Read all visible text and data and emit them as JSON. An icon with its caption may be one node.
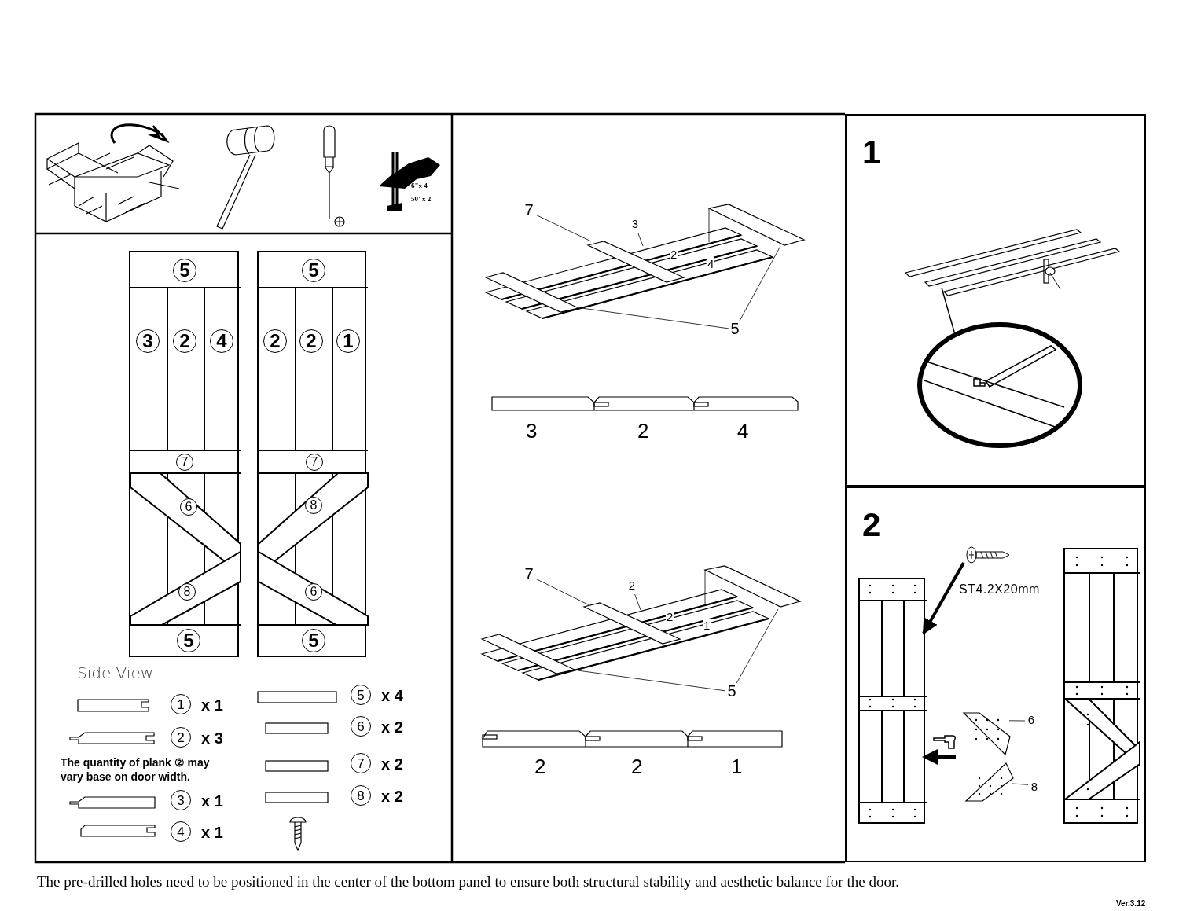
{
  "diagram": {
    "caption": "The pre-drilled holes need to be positioned in the center of the bottom panel to ensure both structural stability and aesthetic balance for the door.",
    "nodes": [
      {
        "text": [],
        "shape": "box"
      },
      {
        "text": [
          "5"
        ],
        "in": 0
      },
      {
        "text": [
          "3"
        ],
        "in": 0
      },
      {
        "text": [
          "2"
        ],
        "in": 0
      },
      {
        "text": [
          "4"
        ],
        "in": 0
      },
      {
        "text": [
          "7"
        ],
        "in": 0
      },
      {
        "text": [
          "6"
        ],
        "in": 0
      },
      {
        "text": [
          "8"
        ],
        "in": 0
      },
      {
        "text": [
          "5"
        ],
        "in": 0
      },
      {
        "text": [],
        "shape": "box"
      },
      {
        "text": [
          "5"
        ],
        "in": 9
      },
      {
        "text": [
          "2"
        ],
        "in": 9
      },
      {
        "text": [
          "2"
        ],
        "in": 9
      },
      {
        "text": [
          "1"
        ],
        "in": 9
      },
      {
        "text": [
          "7"
        ],
        "in": 9
      },
      {
        "text": [
          "8"
        ],
        "in": 9
      },
      {
        "text": [
          "6"
        ],
        "in": 9
      },
      {
        "text": [
          "5"
        ],
        "in": 9
      },
      {
        "text": [
          "1"
        ],
        "beside": [
          "x 1"
        ]
      },
      {
        "text": [
          "2"
        ],
        "beside": [
          "x 3"
        ]
      },
      {
        "text": [
          "3"
        ],
        "beside": [
          "x 1"
        ]
      },
      {
        "text": [
          "4"
        ],
        "beside": [
          "x 1"
        ]
      },
      {
        "text": [
          "5"
        ],
        "beside": [
          "x 4"
        ]
      },
      {
        "text": [
          "6"
        ],
        "beside": [
          "x 2"
        ]
      },
      {
        "text": [
          "7"
        ],
        "beside": [
          "x 2"
        ]
      },
      {
        "text": [
          "8"
        ],
        "beside": [
          "x 2"
        ]
      },
      {
        "text": [
          "7"
        ]
      },
      {
        "text": [
          "3"
        ]
      },
      {
        "text": [
          "5"
        ]
      },
      {
        "text": [
          "7"
        ]
      },
      {
        "text": [
          "2"
        ]
      },
      {
        "text": [
          "5"
        ]
      },
      {
        "text": [
          "1"
        ]
      },
      {
        "text": [
          "2",
          "ST4.2X20mm"
        ]
      },
      {
        "text": [],
        "shape": "picture",
        "in": 33
      },
      {
        "text": [],
        "shape": "box",
        "in": 33
      },
      {
        "text": [],
        "shape": "bar",
        "in": 33
      },
      {
        "text": [
          "6"
        ],
        "in": 33
      },
      {
        "text": [],
        "shape": "bar",
        "in": 33
      },
      {
        "text": [
          "8"
        ],
        "in": 33
      },
      {
        "text": [],
        "shape": "box",
        "in": 33
      }
    ],
    "edges": [
      {
        "from": 26,
        "to": null,
        "arrow": "none"
      },
      {
        "from": 27,
        "to": null,
        "arrow": "none"
      },
      {
        "from": 28,
        "to": null,
        "arrow": "none"
      },
      {
        "from": 28,
        "to": null,
        "arrow": "none"
      },
      {
        "from": 29,
        "to": null,
        "arrow": "none"
      },
      {
        "from": 30,
        "to": null,
        "arrow": "none"
      },
      {
        "from": 31,
        "to": null,
        "arrow": "none"
      },
      {
        "from": 31,
        "to": null,
        "arrow": "none"
      },
      {
        "from": 34,
        "to": 35,
        "arrow": "to",
        "style": "thick"
      },
      {
        "from": 37,
        "to": 36,
        "arrow": "none"
      },
      {
        "from": 39,
        "to": 38,
        "arrow": "none"
      },
      {
        "from": null,
        "to": 35,
        "arrow": "to",
        "style": "thick"
      }
    ],
    "labels": [
      "6\"x 4",
      "50\"x 2",
      "Side View",
      "The quantity of plank ② may vary base on door width.",
      "2",
      "4",
      "3",
      "2",
      "4",
      "2",
      "1",
      "2",
      "2",
      "1",
      "Ver.3.12"
    ]
  }
}
